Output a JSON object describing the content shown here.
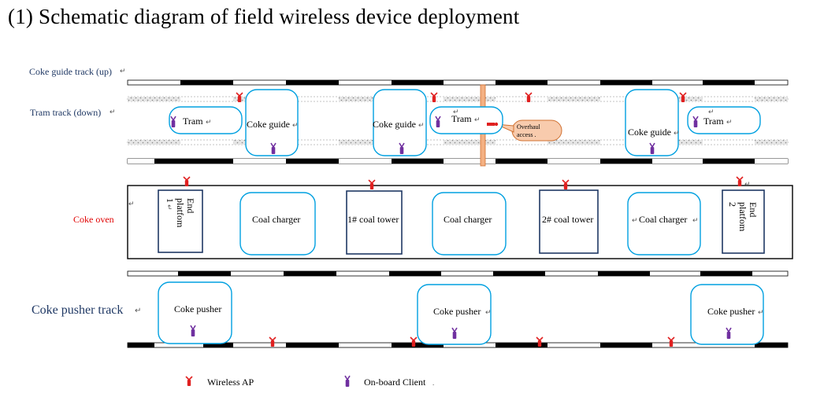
{
  "title": "(1) Schematic diagram of field wireless device deployment",
  "track_labels": {
    "coke_guide_track": "Coke guide track (up)",
    "tram_track": "Tram track (down)",
    "coke_oven": "Coke oven",
    "coke_pusher_track": "Coke pusher track"
  },
  "vehicles": {
    "tram": "Tram",
    "coke_guide": "Coke guide",
    "coke_pusher": "Coke pusher"
  },
  "oven_units": {
    "end_platform_1": "End platfom 1",
    "end_platform_2": "End platfom 2",
    "coal_charger": "Coal charger",
    "coal_tower_1": "1# coal tower",
    "coal_tower_2": "2# coal tower"
  },
  "overhaul": "Overhaul access",
  "legend": {
    "wireless_ap": "Wireless AP",
    "onboard_client": "On-board Client"
  },
  "colors": {
    "navy": "#1f3864",
    "cyan": "#00a0e0",
    "red": "#e02020",
    "purple": "#7030a0",
    "orange": "#f4b183",
    "orange_stroke": "#d07030",
    "label_blue": "#1f3864",
    "label_red": "#e00000"
  },
  "icons": {
    "ap": "wireless-ap-icon",
    "client": "onboard-client-icon"
  }
}
